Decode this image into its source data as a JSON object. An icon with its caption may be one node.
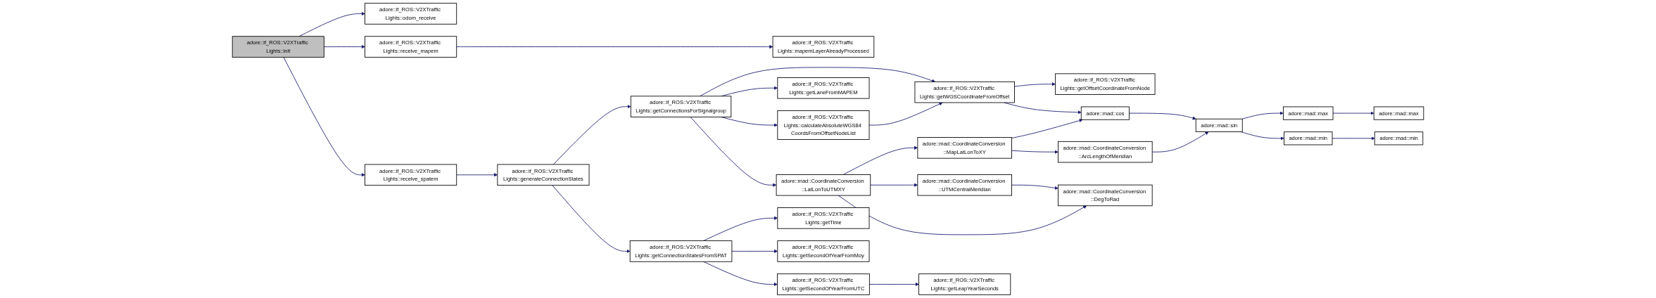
{
  "diagram": {
    "nodes": [
      {
        "text": [
          "adore::if_ROS::V2XTraffic Lights::init"
        ]
      },
      {
        "text": [
          "adore::if_ROS::V2XTraffic Lights::odom_receive"
        ]
      },
      {
        "text": [
          "adore::if_ROS::V2XTraffic Lights::receive_mapem"
        ]
      },
      {
        "text": [
          "adore::if_ROS::V2XTraffic Lights::receive_spatem"
        ]
      },
      {
        "text": [
          "adore::if_ROS::V2XTraffic Lights::mapemLayerAlreadyProcessed"
        ]
      },
      {
        "text": [
          "adore::if_ROS::V2XTraffic Lights::generateConnectionStates"
        ]
      },
      {
        "text": [
          "adore::if_ROS::V2XTraffic Lights::getConnectionsForSignalgroup"
        ]
      },
      {
        "text": [
          "adore::if_ROS::V2XTraffic Lights::getConnectionStatesFromSPAT"
        ]
      },
      {
        "text": [
          "adore::if_ROS::V2XTraffic Lights::getLaneFromMAPEM"
        ]
      },
      {
        "text": [
          "adore::if_ROS::V2XTraffic Lights::calculateAbsoluteWGS84 CoordsFromOffsetNodeList"
        ]
      },
      {
        "text": [
          "adore::mad::CoordinateConversion ::LatLonToUTMXY"
        ]
      },
      {
        "text": [
          "adore::if_ROS::V2XTraffic Lights::getTime"
        ]
      },
      {
        "text": [
          "adore::if_ROS::V2XTraffic Lights::getSecondOfYearFromMoy"
        ]
      },
      {
        "text": [
          "adore::if_ROS::V2XTraffic Lights::getSecondOfYearFromUTC"
        ]
      },
      {
        "text": [
          "adore::if_ROS::V2XTraffic Lights::getWGSCoordinateFromOffset"
        ]
      },
      {
        "text": [
          "adore::mad::CoordinateConversion ::MapLatLonToXY"
        ]
      },
      {
        "text": [
          "adore::mad::CoordinateConversion ::UTMCentralMeridian"
        ]
      },
      {
        "text": [
          "adore::if_ROS::V2XTraffic Lights::getLeapYearSeconds"
        ]
      },
      {
        "text": [
          "adore::if_ROS::V2XTraffic Lights::getOffsetCoordinateFromNode"
        ]
      },
      {
        "text": [
          "adore::mad::cos"
        ]
      },
      {
        "text": [
          "adore::mad::CoordinateConversion ::ArcLengthOfMeridian"
        ]
      },
      {
        "text": [
          "adore::mad::CoordinateConversion ::DegToRad"
        ]
      },
      {
        "text": [
          "adore::mad::sin"
        ]
      },
      {
        "text": [
          "adore::mad::max"
        ]
      },
      {
        "text": [
          "adore::mad::min"
        ]
      },
      {
        "text": [
          "adore::mad::max"
        ]
      },
      {
        "text": [
          "adore::mad::min"
        ]
      }
    ],
    "edges": [
      {
        "from": 0,
        "to": 1,
        "arrow": "to"
      },
      {
        "from": 0,
        "to": 2,
        "arrow": "to"
      },
      {
        "from": 0,
        "to": 3,
        "arrow": "to"
      },
      {
        "from": 2,
        "to": 4,
        "arrow": "to"
      },
      {
        "from": 3,
        "to": 5,
        "arrow": "to"
      },
      {
        "from": 5,
        "to": 6,
        "arrow": "to"
      },
      {
        "from": 5,
        "to": 7,
        "arrow": "to"
      },
      {
        "from": 6,
        "to": 14,
        "arrow": "to"
      },
      {
        "from": 6,
        "to": 8,
        "arrow": "to"
      },
      {
        "from": 6,
        "to": 9,
        "arrow": "to"
      },
      {
        "from": 6,
        "to": 10,
        "arrow": "to"
      },
      {
        "from": 9,
        "to": 14,
        "arrow": "to"
      },
      {
        "from": 10,
        "to": 15,
        "arrow": "to"
      },
      {
        "from": 10,
        "to": 16,
        "arrow": "to"
      },
      {
        "from": 10,
        "to": 21,
        "arrow": "to"
      },
      {
        "from": 7,
        "to": 11,
        "arrow": "to"
      },
      {
        "from": 7,
        "to": 12,
        "arrow": "to"
      },
      {
        "from": 7,
        "to": 13,
        "arrow": "to"
      },
      {
        "from": 13,
        "to": 17,
        "arrow": "to"
      },
      {
        "from": 14,
        "to": 18,
        "arrow": "to"
      },
      {
        "from": 14,
        "to": 19,
        "arrow": "to"
      },
      {
        "from": 15,
        "to": 19,
        "arrow": "to"
      },
      {
        "from": 15,
        "to": 20,
        "arrow": "to"
      },
      {
        "from": 16,
        "to": 21,
        "arrow": "to"
      },
      {
        "from": 19,
        "to": 22,
        "arrow": "to"
      },
      {
        "from": 20,
        "to": 22,
        "arrow": "to"
      },
      {
        "from": 22,
        "to": 23,
        "arrow": "to"
      },
      {
        "from": 22,
        "to": 24,
        "arrow": "to"
      },
      {
        "from": 23,
        "to": 25,
        "arrow": "to"
      },
      {
        "from": 24,
        "to": 26,
        "arrow": "to"
      }
    ]
  }
}
